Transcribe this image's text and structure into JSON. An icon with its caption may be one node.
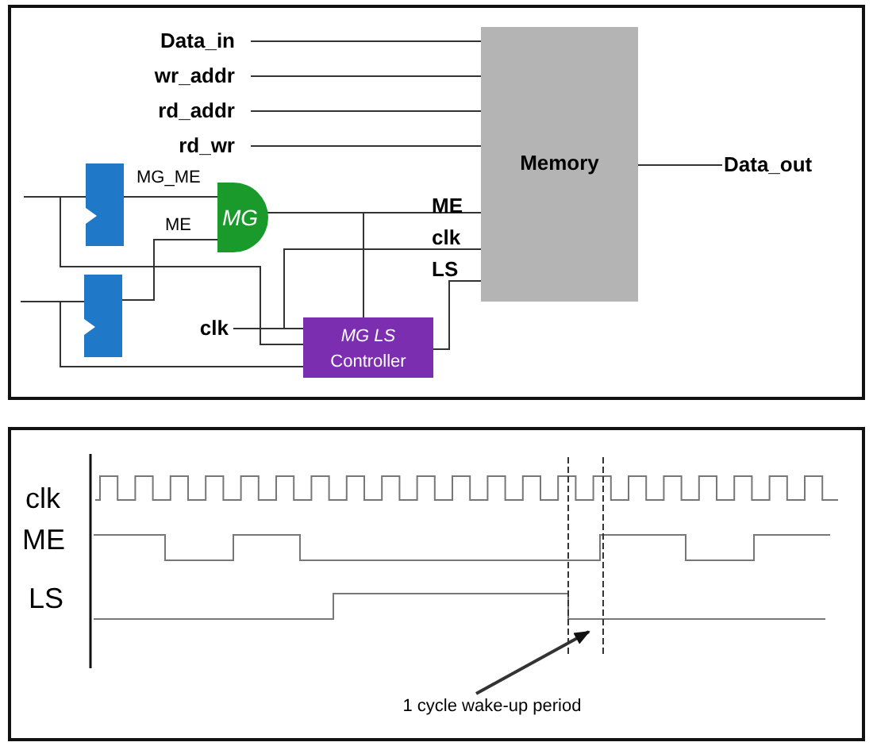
{
  "diagram": {
    "nodes": [
      {
        "text": [
          "Memory"
        ]
      },
      {
        "text": [
          "MG"
        ]
      },
      {
        "text": [
          "MG LS",
          "Controller"
        ]
      },
      {
        "text": [],
        "shape": "box"
      },
      {
        "text": [],
        "shape": "box"
      },
      {
        "text": [
          "Data_in"
        ]
      },
      {
        "text": [
          "wr_addr"
        ]
      },
      {
        "text": [
          "rd_addr"
        ]
      },
      {
        "text": [
          "rd_wr"
        ]
      },
      {
        "text": [
          "Data_out"
        ]
      },
      {
        "text": [
          "clk"
        ]
      },
      {
        "text": [
          "1 cycle wake-up period"
        ]
      }
    ],
    "edges": [
      {
        "from": 5,
        "to": 0,
        "arrow": "none"
      },
      {
        "from": 6,
        "to": 0,
        "arrow": "none"
      },
      {
        "from": 7,
        "to": 0,
        "arrow": "none"
      },
      {
        "from": 8,
        "to": 0,
        "arrow": "none"
      },
      {
        "from": 0,
        "to": 9,
        "arrow": "none"
      },
      {
        "from": 3,
        "to": 1,
        "arrow": "none",
        "label": "MG_ME"
      },
      {
        "from": 4,
        "to": 1,
        "arrow": "none",
        "label": "ME"
      },
      {
        "from": 1,
        "to": 0,
        "arrow": "none"
      },
      {
        "from": 1,
        "to": 2,
        "arrow": "none"
      },
      {
        "from": 10,
        "to": 2,
        "arrow": "none"
      },
      {
        "from": 10,
        "to": 0,
        "arrow": "none"
      },
      {
        "from": 2,
        "to": 0,
        "arrow": "none"
      },
      {
        "from": null,
        "to": 3,
        "arrow": "none"
      },
      {
        "from": null,
        "to": 2,
        "arrow": "none"
      },
      {
        "from": null,
        "to": 4,
        "arrow": "none"
      },
      {
        "from": null,
        "to": 2,
        "arrow": "none"
      },
      {
        "from": 11,
        "to": null,
        "arrow": "to"
      }
    ],
    "labels": [
      "ME",
      "clk",
      "LS",
      "clk",
      "ME",
      "LS"
    ]
  }
}
